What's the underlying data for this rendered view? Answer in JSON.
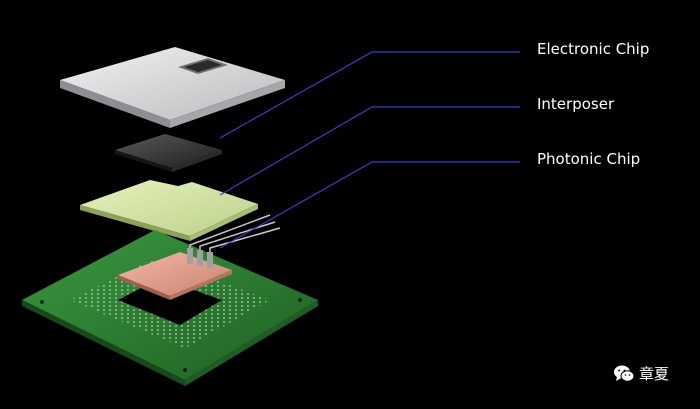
{
  "labels": {
    "electronic_chip": "Electronic Chip",
    "interposer": "Interposer",
    "photonic_chip": "Photonic Chip"
  },
  "watermark": {
    "text": "章夏",
    "icon": "wechat-icon"
  },
  "colors": {
    "background": "#000000",
    "leader_line": "#3340c8",
    "label_text": "#ffffff",
    "lid": "#d9dadc",
    "electronic_die": "#3a3a3c",
    "interposer": "#d6e7a8",
    "photonic_chip": "#e7a493",
    "substrate": "#2f7d34"
  }
}
